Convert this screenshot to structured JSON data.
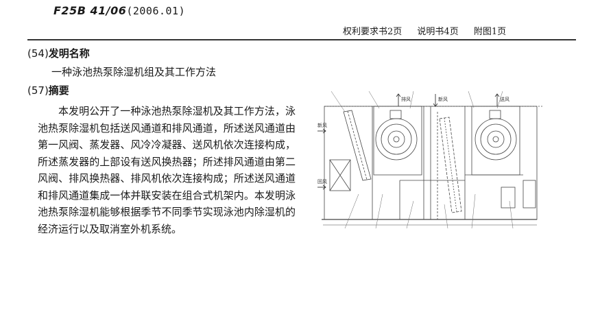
{
  "header": {
    "ipc_code": "F25B 41/06",
    "ipc_version": "(2006.01)",
    "page_counts": [
      "权利要求书2页",
      "说明书4页",
      "附图1页"
    ]
  },
  "sections": {
    "title_label_num": "(54)",
    "title_label": "发明名称",
    "title": "一种泳池热泵除湿机组及其工作方法",
    "abstract_label_num": "(57)",
    "abstract_label": "摘要",
    "abstract": "本发明公开了一种泳池热泵除湿机及其工作方法，泳池热泵除湿机包括送风通道和排风通道，所述送风通道由第一风阀、蒸发器、风冷冷凝器、送风机依次连接构成，所述蒸发器的上部设有送风换热器；所述排风通道由第二风阀、排风换热器、排风机依次连接构成；所述送风通道和排风通道集成一体并联安装在组合式机架内。本发明泳池热泵除湿机能够根据季节不同季节实现泳池内除湿机的经济运行以及取消室外机系统。"
  },
  "figure": {
    "labels": {
      "top_left": "排风",
      "top_mid": "新风",
      "left_upper": "新风",
      "left_lower": "回风",
      "top_right": "送风"
    }
  }
}
